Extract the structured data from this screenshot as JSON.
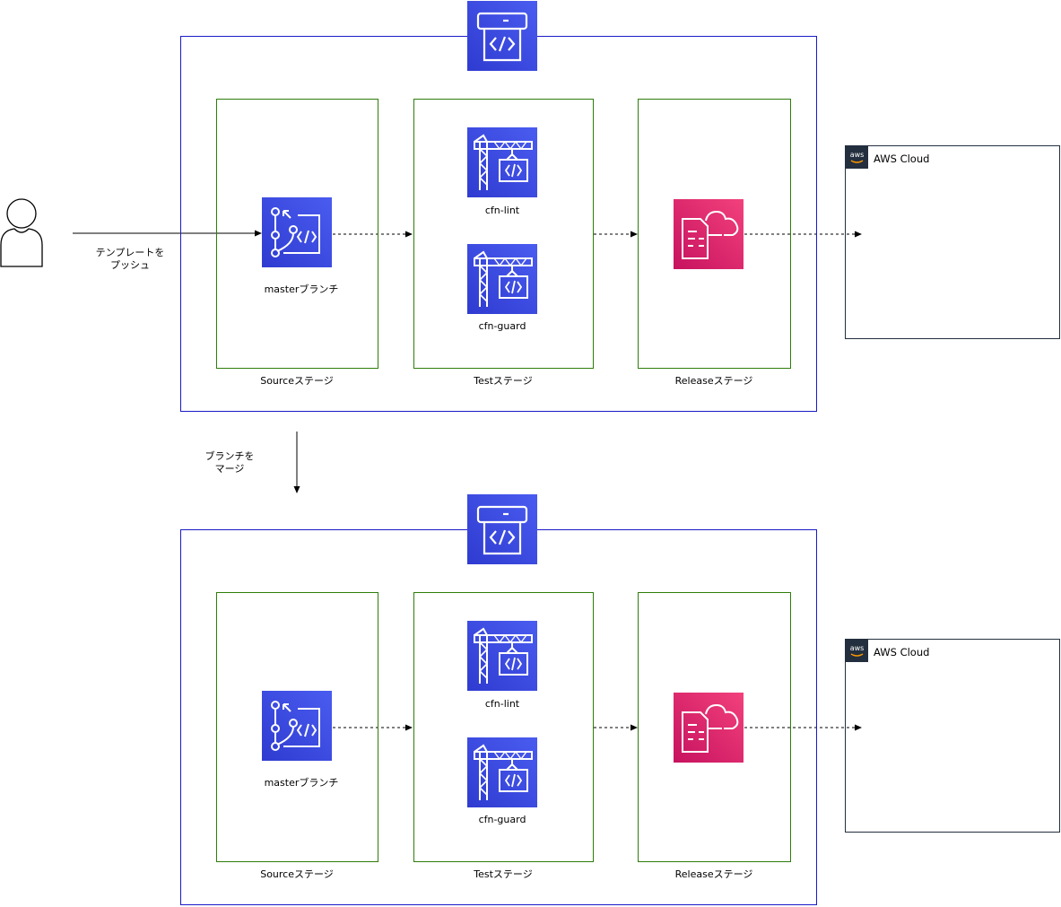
{
  "user_action": {
    "line1": "テンプレートを",
    "line2": "プッシュ"
  },
  "merge_action": {
    "line1": "ブランチを",
    "line2": "マージ"
  },
  "pipelines": [
    {
      "source": {
        "stage_label": "Sourceステージ",
        "icon_label": "masterブランチ"
      },
      "test": {
        "stage_label": "Testステージ",
        "icon_labels": [
          "cfn-lint",
          "cfn-guard"
        ]
      },
      "release": {
        "stage_label": "Releaseステージ"
      },
      "cloud": {
        "title": "AWS Cloud",
        "badge": "aws"
      }
    },
    {
      "source": {
        "stage_label": "Sourceステージ",
        "icon_label": "masterブランチ"
      },
      "test": {
        "stage_label": "Testステージ",
        "icon_labels": [
          "cfn-lint",
          "cfn-guard"
        ]
      },
      "release": {
        "stage_label": "Releaseステージ"
      },
      "cloud": {
        "title": "AWS Cloud",
        "badge": "aws"
      }
    }
  ],
  "colors": {
    "pipeline_border": "#1a1ac8",
    "stage_border": "#2e7d0a",
    "service_blue": "#3b48cc",
    "service_pink": "#dd2c6a",
    "cloud_border": "#232f3e"
  },
  "icons": {
    "pipeline": "codepipeline-icon",
    "source": "codecommit-icon",
    "test": "codebuild-icon",
    "release": "cloudformation-icon",
    "user": "user-icon"
  }
}
